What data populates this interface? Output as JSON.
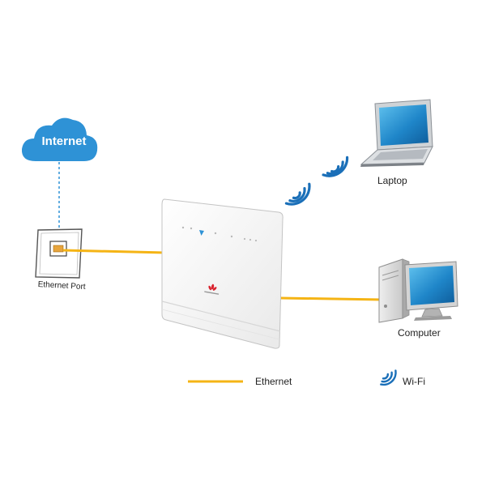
{
  "labels": {
    "internet": "Internet",
    "ethernet_port": "Ethernet Port",
    "laptop": "Laptop",
    "computer": "Computer"
  },
  "legend": {
    "ethernet": "Ethernet",
    "wifi": "Wi-Fi"
  },
  "colors": {
    "ethernet_line": "#f5b415",
    "wifi_arcs": "#1a6fb8",
    "cloud": "#2e92d6",
    "internet_link": "#2e92d6",
    "router_body": "#f7f7f7",
    "screen": "#1f86c9"
  },
  "icons": [
    "cloud-icon",
    "wall-socket-icon",
    "router-icon",
    "laptop-icon",
    "desktop-computer-icon",
    "wifi-icon"
  ]
}
